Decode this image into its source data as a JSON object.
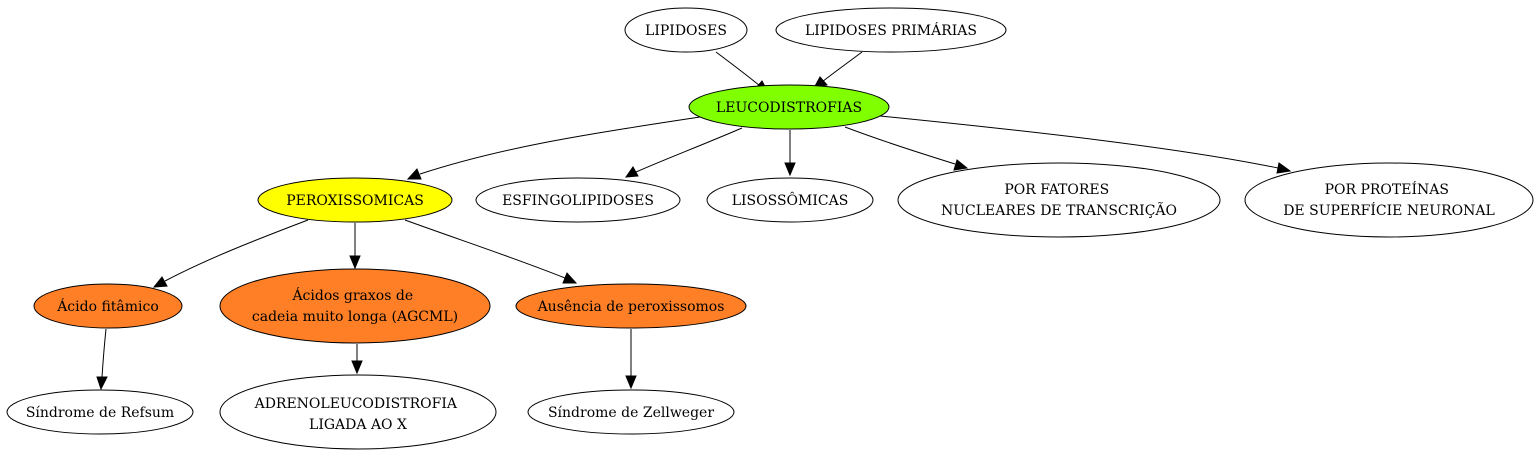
{
  "colors": {
    "root": "#7fff00",
    "peroxisomal": "#ffff00",
    "subcategory": "#ff7f27",
    "default": "#ffffff"
  },
  "nodes": {
    "lipidoses": {
      "lines": [
        "LIPIDOSES"
      ]
    },
    "lipidoses_primarias": {
      "lines": [
        "LIPIDOSES PRIMÁRIAS"
      ]
    },
    "leucodistrofias": {
      "lines": [
        "LEUCODISTROFIAS"
      ]
    },
    "peroxissomicas": {
      "lines": [
        "PEROXISSOMICAS"
      ]
    },
    "esfingolipidoses": {
      "lines": [
        "ESFINGOLIPIDOSES"
      ]
    },
    "lisossomicas": {
      "lines": [
        "LISOSSÔMICAS"
      ]
    },
    "fatores_nucleares": {
      "lines": [
        "POR FATORES",
        "NUCLEARES DE TRANSCRIÇÃO"
      ]
    },
    "proteinas_superficie": {
      "lines": [
        "POR PROTEÍNAS",
        "DE SUPERFÍCIE NEURONAL"
      ]
    },
    "acido_fitamico": {
      "lines": [
        "Ácido fitâmico"
      ]
    },
    "acidos_graxos": {
      "lines": [
        "Ácidos graxos de",
        "cadeia muito longa (AGCML)"
      ]
    },
    "ausencia_peroxissomos": {
      "lines": [
        "Ausência de peroxissomos"
      ]
    },
    "sindrome_refsum": {
      "lines": [
        "Síndrome de Refsum"
      ]
    },
    "adrenoleucodistrofia": {
      "lines": [
        "ADRENOLEUCODISTROFIA",
        "LIGADA AO X"
      ]
    },
    "sindrome_zellweger": {
      "lines": [
        "Síndrome de Zellweger"
      ]
    }
  }
}
